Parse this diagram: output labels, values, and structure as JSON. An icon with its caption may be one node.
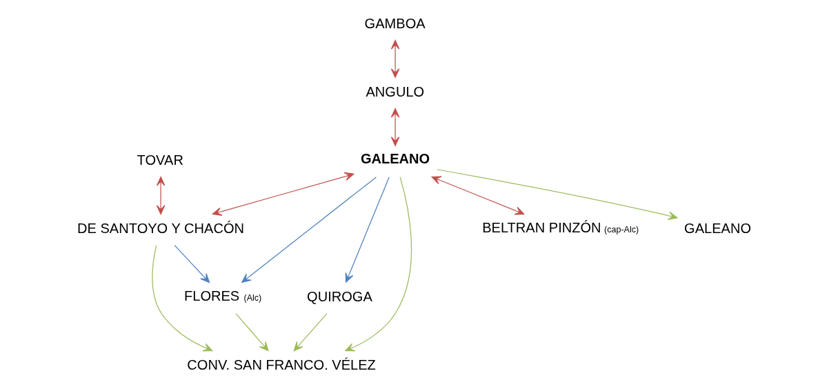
{
  "diagram": {
    "nodes": [
      {
        "text": [
          "GAMBOA"
        ]
      },
      {
        "text": [
          "GALEANO"
        ]
      },
      {
        "text": [
          "ANGULO"
        ]
      },
      {
        "text": [
          "TOVAR"
        ]
      },
      {
        "text": [
          "QUIROGA"
        ]
      },
      {
        "text": [
          "GALEANO"
        ]
      },
      {
        "text": [
          "DE SANTOYO Y CHACÓN"
        ]
      },
      {
        "text": [
          "CONV. SAN FRANCO. VÉLEZ"
        ]
      },
      {
        "text": [
          "FLORES",
          "(Alc)"
        ]
      },
      {
        "text": [
          "BELTRAN PINZÓN",
          "(cap-Alc)"
        ]
      }
    ],
    "edges": [
      {
        "from": 0,
        "to": 2,
        "arrow": "both",
        "color": "#c0504d"
      },
      {
        "from": 2,
        "to": 5,
        "arrow": "both",
        "color": "#c0504d"
      },
      {
        "from": 5,
        "to": 1,
        "arrow": "to",
        "color": "#9bbb59"
      },
      {
        "from": 3,
        "to": 6,
        "arrow": "both",
        "color": "#c0504d"
      },
      {
        "from": 5,
        "to": 4,
        "arrow": "to",
        "color": "#4f81bd"
      },
      {
        "from": 5,
        "to": 6,
        "arrow": "both",
        "color": "#c0504d"
      },
      {
        "from": 4,
        "to": 7,
        "arrow": "to",
        "color": "#9bbb59"
      },
      {
        "from": 5,
        "to": 7,
        "arrow": "to",
        "color": "#9bbb59"
      },
      {
        "from": 6,
        "to": 7,
        "arrow": "to",
        "color": "#9bbb59"
      },
      {
        "from": 6,
        "to": 8,
        "arrow": "to",
        "color": "#4f81bd"
      },
      {
        "from": 8,
        "to": 7,
        "arrow": "to",
        "color": "#9bbb59"
      },
      {
        "from": 5,
        "to": 8,
        "arrow": "to",
        "color": "#4f81bd"
      },
      {
        "from": 5,
        "to": 9,
        "arrow": "both",
        "color": "#c0504d"
      }
    ]
  }
}
